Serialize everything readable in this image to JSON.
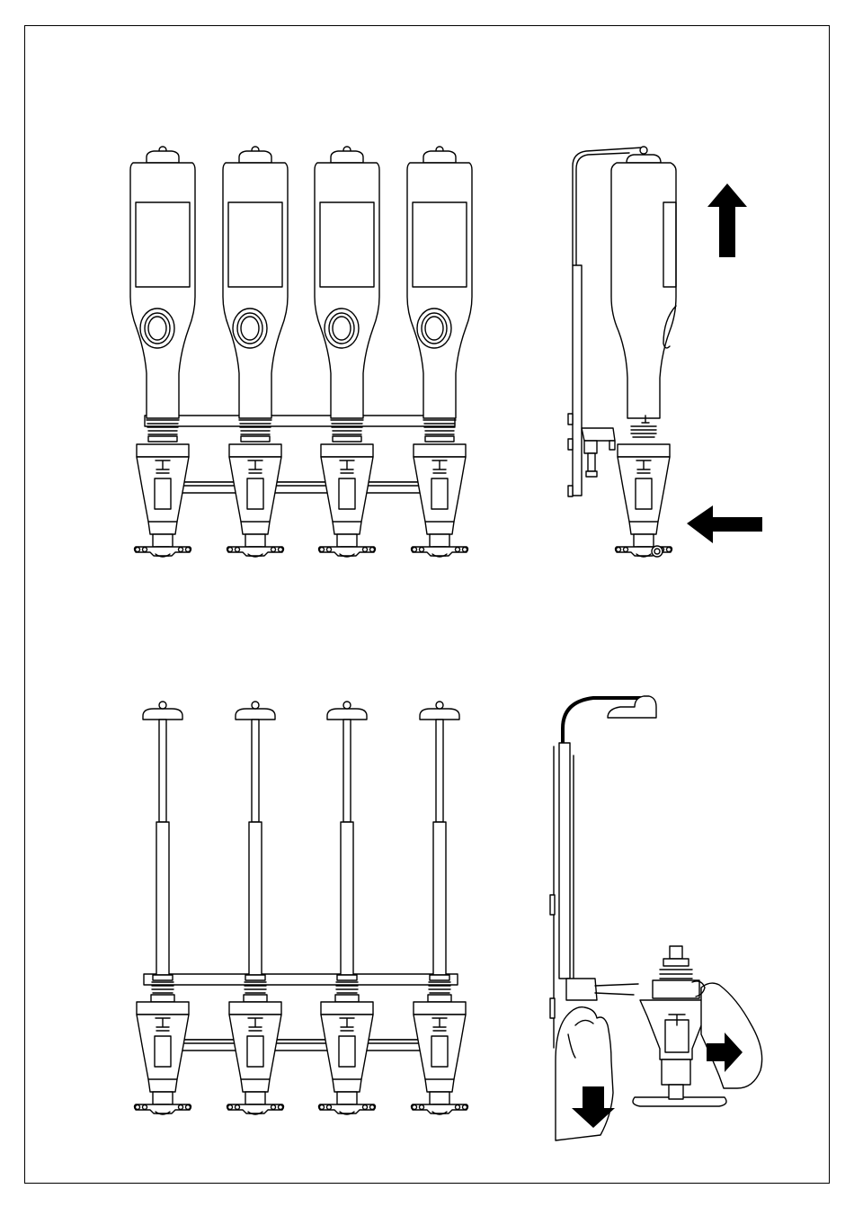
{
  "figure": {
    "panels": [
      {
        "id": "front-bottles",
        "icon": "four-bottle-dispenser-rack-icon"
      },
      {
        "id": "side-mount",
        "icon": "wall-mounted-bottle-side-view-icon",
        "arrows": [
          "up",
          "left"
        ]
      },
      {
        "id": "front-empty",
        "icon": "four-dispenser-rack-without-bottles-icon"
      },
      {
        "id": "remove-dispenser",
        "icon": "hands-removing-dispenser-icon",
        "arrows": [
          "down",
          "right"
        ]
      }
    ],
    "colors": {
      "line": "#000000",
      "fill": "#ffffff"
    }
  }
}
